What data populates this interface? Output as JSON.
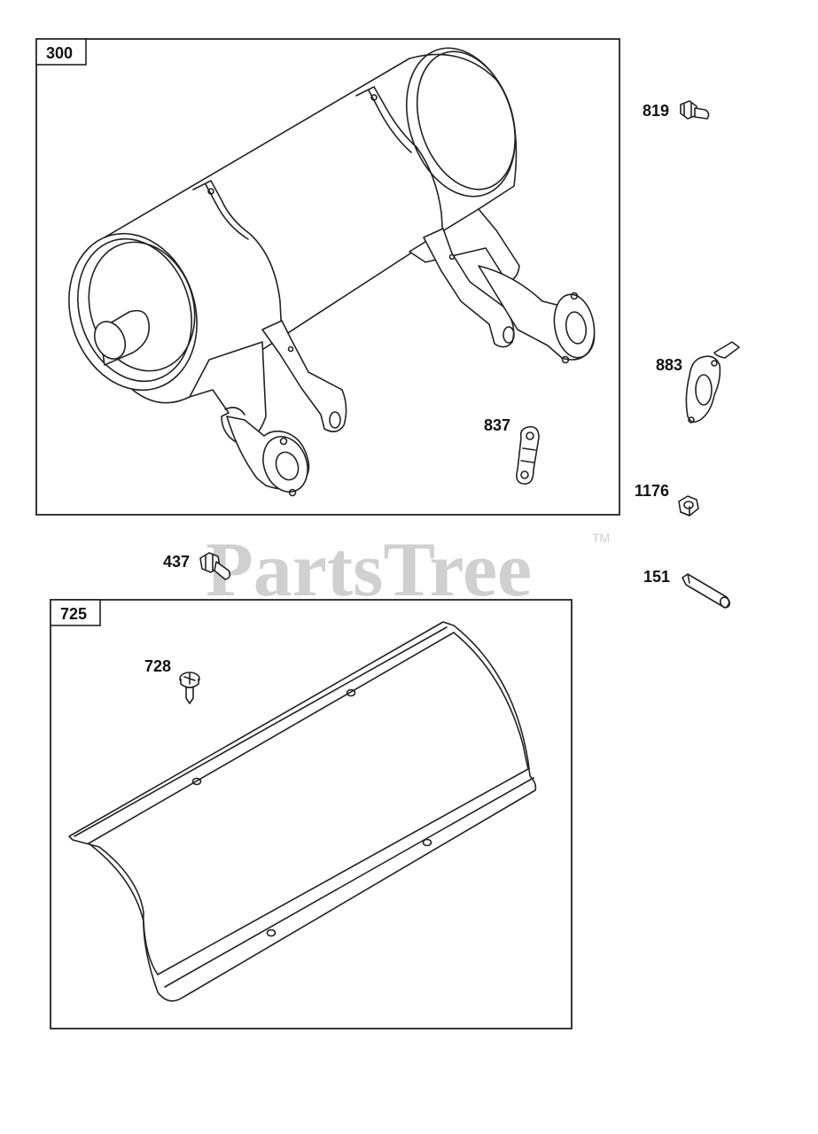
{
  "watermark": {
    "text": "PartsTree",
    "trademark": "TM"
  },
  "assemblies": [
    {
      "id": "box-300",
      "tag": "300"
    },
    {
      "id": "box-725",
      "tag": "725"
    }
  ],
  "callouts": {
    "p819": "819",
    "p883": "883",
    "p837": "837",
    "p1176": "1176",
    "p437": "437",
    "p151": "151",
    "p728": "728"
  }
}
